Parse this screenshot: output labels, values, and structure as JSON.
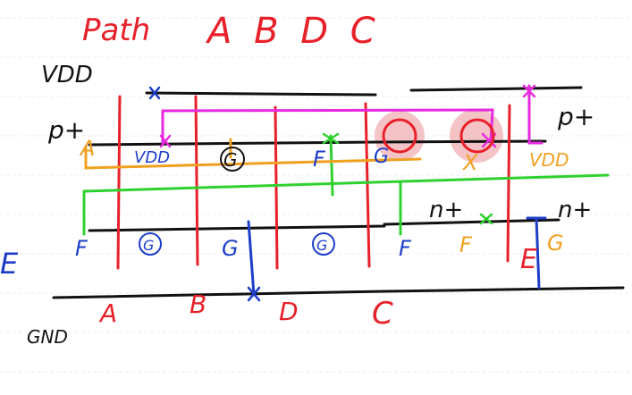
{
  "title": {
    "prefix": "Path",
    "sequence": "A B D C"
  },
  "rails": {
    "vdd": "VDD",
    "gnd": "GND"
  },
  "diffusion": {
    "p_top_left": "p+",
    "p_top_right": "p+",
    "n_left": "n+",
    "n_right": "n+"
  },
  "p_row": [
    "A",
    "VDD",
    "G",
    "F",
    "G",
    "X",
    "VDD"
  ],
  "n_row": [
    "F",
    "G",
    "G",
    "G",
    "F",
    "F",
    "G"
  ],
  "gate_labels": [
    "A",
    "B",
    "D",
    "C"
  ],
  "output_label_left": "E",
  "output_label_right": "E",
  "colors": {
    "red": "#e8202a",
    "black": "#111111",
    "magenta": "#e72ae0",
    "green": "#2fd12f",
    "orange": "#f0a020",
    "blue": "#1d3ec9",
    "highlight": "#f0b7b9",
    "gridline": "#eeeeee"
  }
}
